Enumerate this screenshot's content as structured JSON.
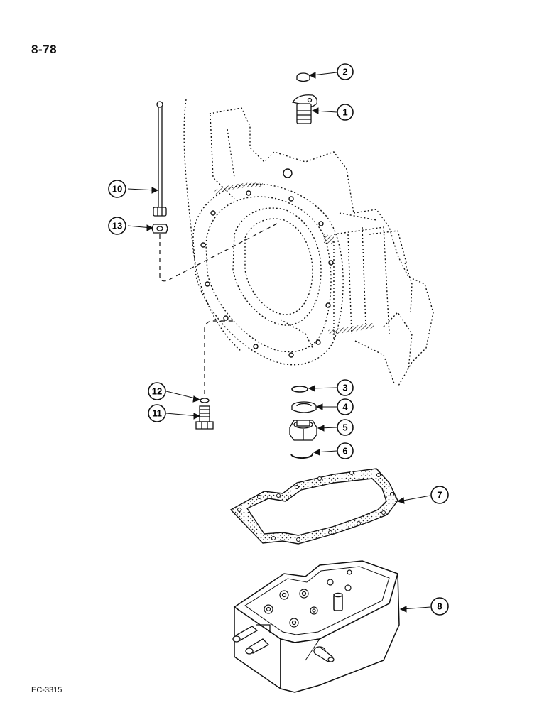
{
  "page": {
    "number": "8-78",
    "footer_code": "EC-3315"
  },
  "callouts": [
    {
      "id": "1",
      "label": "1"
    },
    {
      "id": "2",
      "label": "2"
    },
    {
      "id": "3",
      "label": "3"
    },
    {
      "id": "4",
      "label": "4"
    },
    {
      "id": "5",
      "label": "5"
    },
    {
      "id": "6",
      "label": "6"
    },
    {
      "id": "7",
      "label": "7"
    },
    {
      "id": "8",
      "label": "8"
    },
    {
      "id": "10",
      "label": "10"
    },
    {
      "id": "11",
      "label": "11"
    },
    {
      "id": "12",
      "label": "12"
    },
    {
      "id": "13",
      "label": "13"
    }
  ]
}
